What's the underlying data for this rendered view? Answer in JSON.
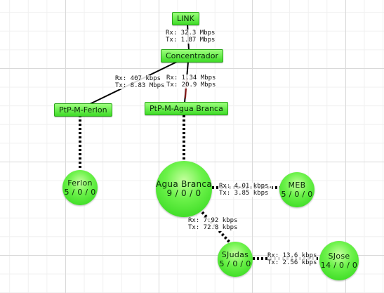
{
  "nodes": {
    "link": {
      "name": "LINK"
    },
    "concentrador": {
      "name": "Concentrador"
    },
    "ptp_ferlon": {
      "name": "PtP-M-Ferlon"
    },
    "ptp_agua_branca": {
      "name": "PtP-M-Agua Branca"
    },
    "ferlon": {
      "name": "Ferlon",
      "stats": "5 / 0 / 0"
    },
    "agua_branca": {
      "name": "Agua Branca",
      "stats": "9 / 0 / 0"
    },
    "meb": {
      "name": "MEB",
      "stats": "5 / 0 / 0"
    },
    "sjudas": {
      "name": "SJudas",
      "stats": "5 / 0 / 0"
    },
    "sjose": {
      "name": "SJose",
      "stats": "14 / 0 / 0"
    }
  },
  "links": {
    "link_concentrador": {
      "rx": "Rx: 32.3 Mbps",
      "tx": "Tx: 1.87 Mbps"
    },
    "concentrador_ferlon": {
      "rx": "Rx: 407 kbps",
      "tx": "Tx: 8.83 Mbps"
    },
    "concentrador_agua_branca": {
      "rx": "Rx: 1.34 Mbps",
      "tx": "Tx: 20.9 Mbps"
    },
    "agua_branca_meb": {
      "rx": "Rx: 4.01 kbps,",
      "tx": "Tx: 3.85 kbps"
    },
    "agua_branca_sjudas": {
      "rx": "Rx: 7.92 kbps",
      "tx": "Tx: 72.8 kbps"
    },
    "sjudas_sjose": {
      "rx": "Rx: 13.6 kbps",
      "tx": "Tx: 2.56 kbps"
    }
  },
  "colors": {
    "node_fill": "#3fdc27",
    "link_line": "#000000",
    "link_accent": "#8b1a1a",
    "grid": "#d9d9d9"
  }
}
